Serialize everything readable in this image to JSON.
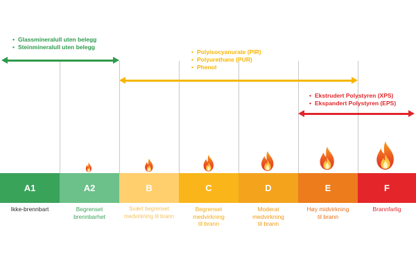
{
  "colors": {
    "green": "#2e9a4c",
    "yellow": "#f7b500",
    "red": "#e0262b",
    "gridline": "#c8c8c8"
  },
  "groups": [
    {
      "color": "#2e9a4c",
      "items": [
        "Glassmineralull uten belegg",
        "Steinmineralull uten belegg"
      ]
    },
    {
      "color": "#f7b500",
      "items": [
        "Polyisocyanurate (PIR)",
        "Polyurethane (PUR)",
        "Phenol"
      ]
    },
    {
      "color": "#e0262b",
      "items": [
        "Ekstrudert Polystyren (XPS)",
        "Ekspandert Polystyren (EPS)"
      ]
    }
  ],
  "classes": [
    {
      "code": "A1",
      "color": "#3aa35a",
      "flame": 0,
      "text_color": "#2a2a2a",
      "description": [
        "Ikke-brennbart"
      ]
    },
    {
      "code": "A2",
      "color": "#6cc089",
      "flame": 1,
      "text_color": "#3aa35a",
      "description": [
        "Begrenset",
        "brennbarhet"
      ]
    },
    {
      "code": "B",
      "color": "#ffcf6e",
      "flame": 2,
      "text_color": "#f5c15a",
      "description": [
        "Svært begrenset",
        "medvirkning til brann"
      ]
    },
    {
      "code": "C",
      "color": "#f9b51a",
      "flame": 3,
      "text_color": "#f1a812",
      "description": [
        "Begrenset",
        "medvirkning",
        "til brann"
      ]
    },
    {
      "code": "D",
      "color": "#f3a31c",
      "flame": 4,
      "text_color": "#ee9812",
      "description": [
        "Moderat",
        "medvirkning",
        "til brann"
      ]
    },
    {
      "code": "E",
      "color": "#ec7c1c",
      "flame": 5,
      "text_color": "#e8701a",
      "description": [
        "Høy midvirkning",
        "til brann"
      ]
    },
    {
      "code": "F",
      "color": "#e4262b",
      "flame": 6,
      "text_color": "#e0262b",
      "description": [
        "Brannfarlig"
      ]
    }
  ]
}
